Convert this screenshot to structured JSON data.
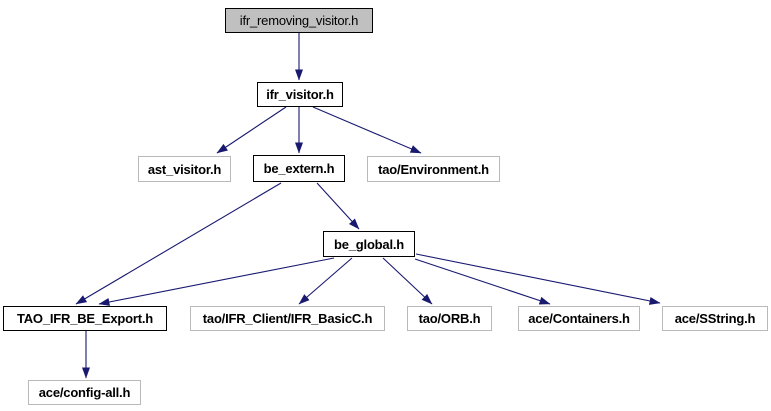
{
  "diagram": {
    "kind": "include-dependency-graph",
    "colors": {
      "edge": "#191970",
      "root_fill": "#c0c0c0",
      "node_fill": "#ffffff",
      "linked_node_border": "#000000",
      "leaf_node_border": "#b9b9b9",
      "background": "#ffffff"
    },
    "nodes": [
      {
        "id": "ifr_removing_visitor",
        "label": "ifr_removing_visitor.h",
        "role": "root"
      },
      {
        "id": "ifr_visitor",
        "label": "ifr_visitor.h",
        "role": "linked"
      },
      {
        "id": "ast_visitor",
        "label": "ast_visitor.h",
        "role": "leaf"
      },
      {
        "id": "be_extern",
        "label": "be_extern.h",
        "role": "linked"
      },
      {
        "id": "tao_environment",
        "label": "tao/Environment.h",
        "role": "leaf"
      },
      {
        "id": "be_global",
        "label": "be_global.h",
        "role": "linked"
      },
      {
        "id": "tao_ifr_be_export",
        "label": "TAO_IFR_BE_Export.h",
        "role": "linked"
      },
      {
        "id": "ifr_basicc",
        "label": "tao/IFR_Client/IFR_BasicC.h",
        "role": "leaf"
      },
      {
        "id": "tao_orb",
        "label": "tao/ORB.h",
        "role": "leaf"
      },
      {
        "id": "ace_containers",
        "label": "ace/Containers.h",
        "role": "leaf"
      },
      {
        "id": "ace_sstring",
        "label": "ace/SString.h",
        "role": "leaf"
      },
      {
        "id": "ace_config_all",
        "label": "ace/config-all.h",
        "role": "leaf"
      }
    ],
    "edges": [
      {
        "from": "ifr_removing_visitor",
        "to": "ifr_visitor"
      },
      {
        "from": "ifr_visitor",
        "to": "ast_visitor"
      },
      {
        "from": "ifr_visitor",
        "to": "be_extern"
      },
      {
        "from": "ifr_visitor",
        "to": "tao_environment"
      },
      {
        "from": "be_extern",
        "to": "tao_ifr_be_export"
      },
      {
        "from": "be_extern",
        "to": "be_global"
      },
      {
        "from": "be_global",
        "to": "tao_ifr_be_export"
      },
      {
        "from": "be_global",
        "to": "ifr_basicc"
      },
      {
        "from": "be_global",
        "to": "tao_orb"
      },
      {
        "from": "be_global",
        "to": "ace_containers"
      },
      {
        "from": "be_global",
        "to": "ace_sstring"
      },
      {
        "from": "tao_ifr_be_export",
        "to": "ace_config_all"
      }
    ]
  }
}
